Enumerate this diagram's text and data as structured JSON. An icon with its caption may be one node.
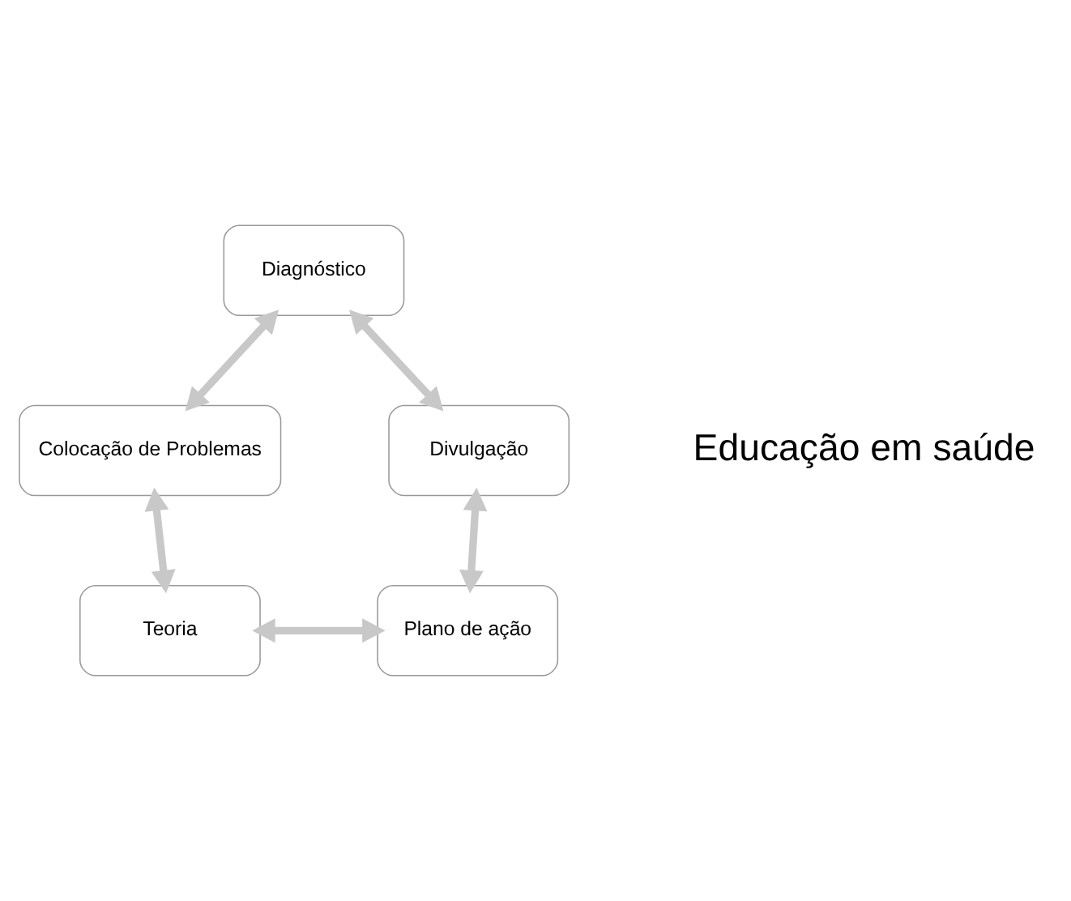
{
  "diagram": {
    "nodes": [
      {
        "text": [
          "Diagnóstico"
        ]
      },
      {
        "text": [
          "Colocação de Problemas"
        ]
      },
      {
        "text": [
          "Teoria"
        ]
      },
      {
        "text": [
          "Plano de ação"
        ]
      },
      {
        "text": [
          "Divulgação"
        ]
      }
    ],
    "edges": [
      {
        "from": 0,
        "to": 1,
        "arrow": "both"
      },
      {
        "from": 1,
        "to": 2,
        "arrow": "both"
      },
      {
        "from": 2,
        "to": 3,
        "arrow": "both"
      },
      {
        "from": 3,
        "to": 4,
        "arrow": "both"
      },
      {
        "from": 4,
        "to": 0,
        "arrow": "both"
      }
    ],
    "labels": [
      "Educação em saúde"
    ]
  }
}
